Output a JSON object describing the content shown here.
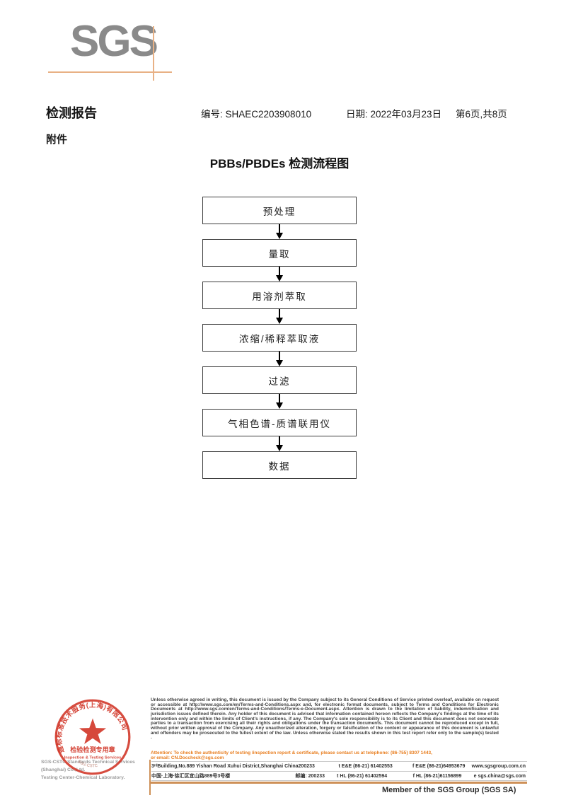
{
  "logo": {
    "text": "SGS"
  },
  "header": {
    "report_title": "检测报告",
    "report_no": "编号: SHAEC2203908010",
    "date": "日期: 2022年03月23日",
    "page": "第6页,共8页",
    "attachment": "附件",
    "flowchart_title": "PBBs/PBDEs 检测流程图"
  },
  "flowchart": {
    "steps": [
      "预处理",
      "量取",
      "用溶剂萃取",
      "浓缩/稀释萃取液",
      "过滤",
      "气相色谱-质谱联用仪",
      "数据"
    ]
  },
  "stamp": {
    "arc_text": "通标标准技术服务(上海)有限公司",
    "line1": "检验检测专用章",
    "line2": "Inspection & Testing Services",
    "bottom_arc": "SGS-CSTC"
  },
  "company": {
    "line1": "SGS-CSTC Standards Technical Services (Shanghai) Co.,Ltd.",
    "line2": "Testing Center-Chemical Laboratory."
  },
  "footer": {
    "legal": "Unless otherwise agreed in writing, this document is issued by the Company subject to its General Conditions of Service printed overleaf, available on request or accessible at http://www.sgs.com/en/Terms-and-Conditions.aspx and, for electronic format documents, subject to Terms and Conditions for Electronic Documents at http://www.sgs.com/en/Terms-and-Conditions/Terms-e-Document.aspx. Attention is drawn to the limitation of liability, indemnification and jurisdiction issues defined therein. Any holder of this document is advised that information contained hereon reflects the Company's findings at the time of its intervention only and within the limits of Client's instructions, if any. The Company's sole responsibility is to its Client and this document does not exonerate parties to a transaction from exercising all their rights and obligations under the transaction documents. This document cannot be reproduced except in full, without prior written approval of the Company. Any unauthorized alteration, forgery or falsification of the content or appearance of this document is unlawful and offenders may be prosecuted to the fullest extent of the law. Unless otherwise stated the results shown in this test report refer only to the sample(s) tested .",
    "attention1": "Attention: To check the authenticity of testing /inspection report & certificate, please contact us at telephone: (86-755) 8307 1443,",
    "attention2": "or email: CN.Doccheck@sgs.com",
    "addr1": {
      "street": "3ʳᵈBuilding,No.889 Yishan Road Xuhui District,Shanghai China",
      "post": "200233",
      "tel": "t E&E (86-21) 61402553",
      "fax": "f E&E (86-21)64953679",
      "web": "www.sgsgroup.com.cn"
    },
    "addr2": {
      "street": "中国·上海·徐汇区宜山路889号3号楼",
      "post": "邮编: 200233",
      "tel": "t HL (86-21) 61402594",
      "fax": "f HL (86-21)61156899",
      "web": "e sgs.china@sgs.com"
    },
    "member": "Member of the SGS Group (SGS SA)"
  },
  "colors": {
    "logo_gray": "#8a8a8a",
    "tan_line": "#e8b185",
    "footer_tan": "#ce9057",
    "attention_orange": "#e87d1e",
    "stamp_red": "#d2382a"
  }
}
